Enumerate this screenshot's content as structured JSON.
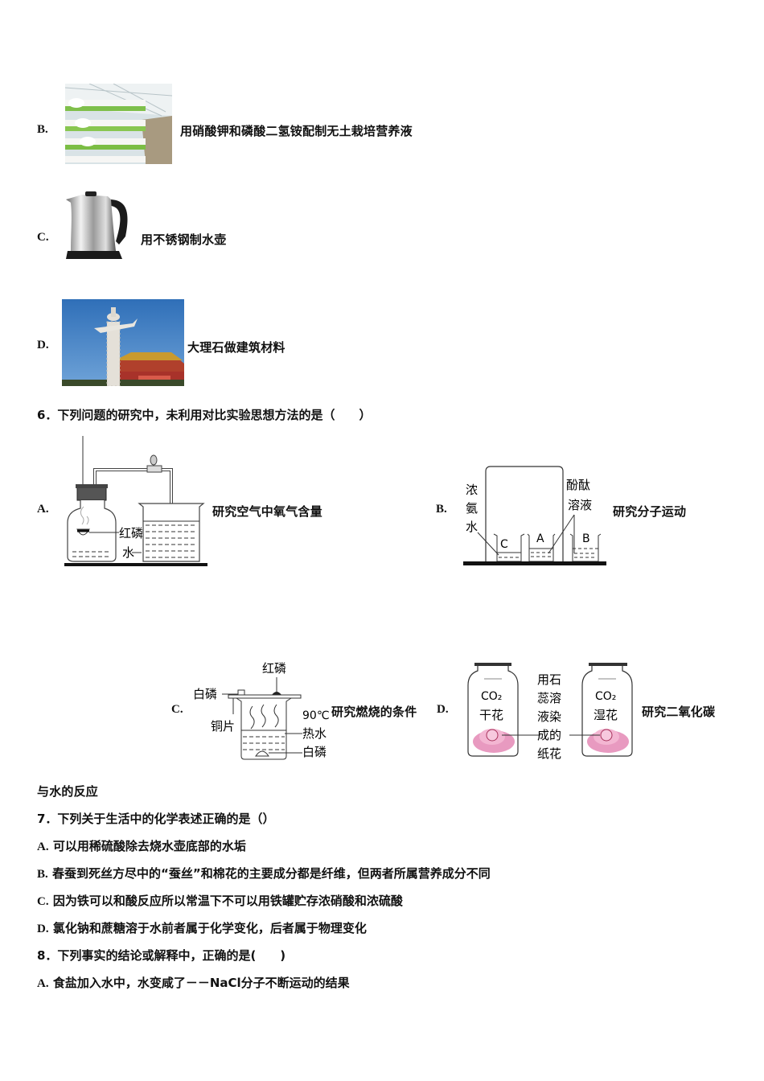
{
  "q5_options": [
    {
      "label": "B.",
      "text": "用硝酸钾和磷酸二氢铵配制无土栽培营养液",
      "image": "hydroponic-greenhouse-photo"
    },
    {
      "label": "C.",
      "text": "用不锈钢制水壶",
      "image": "stainless-steel-kettle-photo"
    },
    {
      "label": "D.",
      "text": "大理石做建筑材料",
      "image": "marble-huabiao-column-photo"
    }
  ],
  "q6": {
    "stem": "6．下列问题的研究中，未利用对比实验思想方法的是（　　）",
    "options": [
      {
        "label": "A.",
        "text": "研究空气中氧气含量",
        "diagram_labels": [
          "红磷",
          "水"
        ]
      },
      {
        "label": "B.",
        "text": "研究分子运动",
        "diagram_labels": [
          "浓",
          "氨",
          "水",
          "酚酞",
          "溶液",
          "C",
          "A",
          "B"
        ]
      },
      {
        "label": "C.",
        "text": "研究燃烧的条件",
        "diagram_labels": [
          "红磷",
          "白磷",
          "铜片",
          "90℃",
          "热水",
          "白磷"
        ]
      },
      {
        "label": "D.",
        "text": "研究二氧化碳",
        "continuation": "与水的反应",
        "diagram_labels": [
          "CO₂",
          "干花",
          "CO₂",
          "湿花",
          "用石",
          "蕊溶",
          "液染",
          "成的",
          "纸花"
        ]
      }
    ]
  },
  "q7": {
    "stem": "7．下列关于生活中的化学表述正确的是（）",
    "options": [
      {
        "label": "A.",
        "text": "可以用稀硫酸除去烧水壶底部的水垢"
      },
      {
        "label": "B.",
        "text": "春蚕到死丝方尽中的“蚕丝”和棉花的主要成分都是纤维，但两者所属营养成分不同"
      },
      {
        "label": "C.",
        "text": "因为铁可以和酸反应所以常温下不可以用铁罐贮存浓硝酸和浓硫酸"
      },
      {
        "label": "D.",
        "text": "氯化钠和蔗糖溶于水前者属于化学变化，后者属于物理变化"
      }
    ]
  },
  "q8": {
    "stem": "8．下列事实的结论或解释中，正确的是(　　)",
    "options": [
      {
        "label": "A.",
        "text": "食盐加入水中，水变咸了－－NaCl分子不断运动的结果"
      }
    ]
  }
}
